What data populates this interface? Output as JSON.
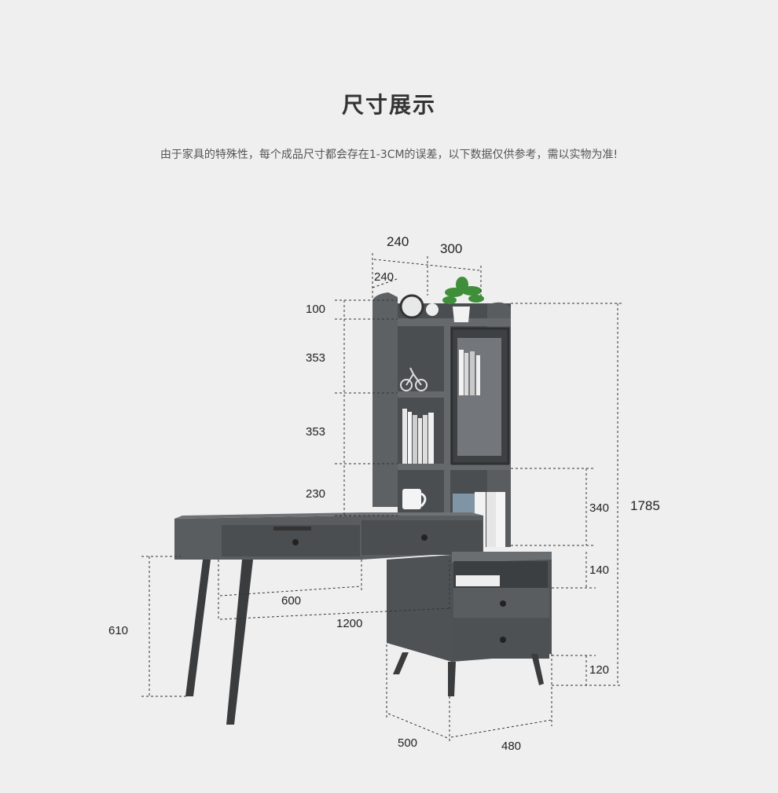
{
  "header": {
    "title": "尺寸展示",
    "subtitle": "由于家具的特殊性，每个成品尺寸都会存在1-3CM的误差，以下数据仅供参考，需以实物为准!"
  },
  "dimensions": {
    "top_width_left": "240",
    "top_width_right": "300",
    "top_depth": "240",
    "h_top": "100",
    "h_shelf1": "353",
    "h_shelf2": "353",
    "h_shelf3": "230",
    "h_right_upper": "340",
    "total_height": "1785",
    "h_cabinet_top": "140",
    "h_cabinet_leg": "120",
    "desk_height": "610",
    "desk_drawer_width": "600",
    "desk_width": "1200",
    "cabinet_depth": "500",
    "cabinet_width": "480"
  },
  "colors": {
    "background": "#efefef",
    "furniture": "#5a5d60",
    "furniture_dark": "#45484b",
    "legs": "#3a3c3e"
  }
}
